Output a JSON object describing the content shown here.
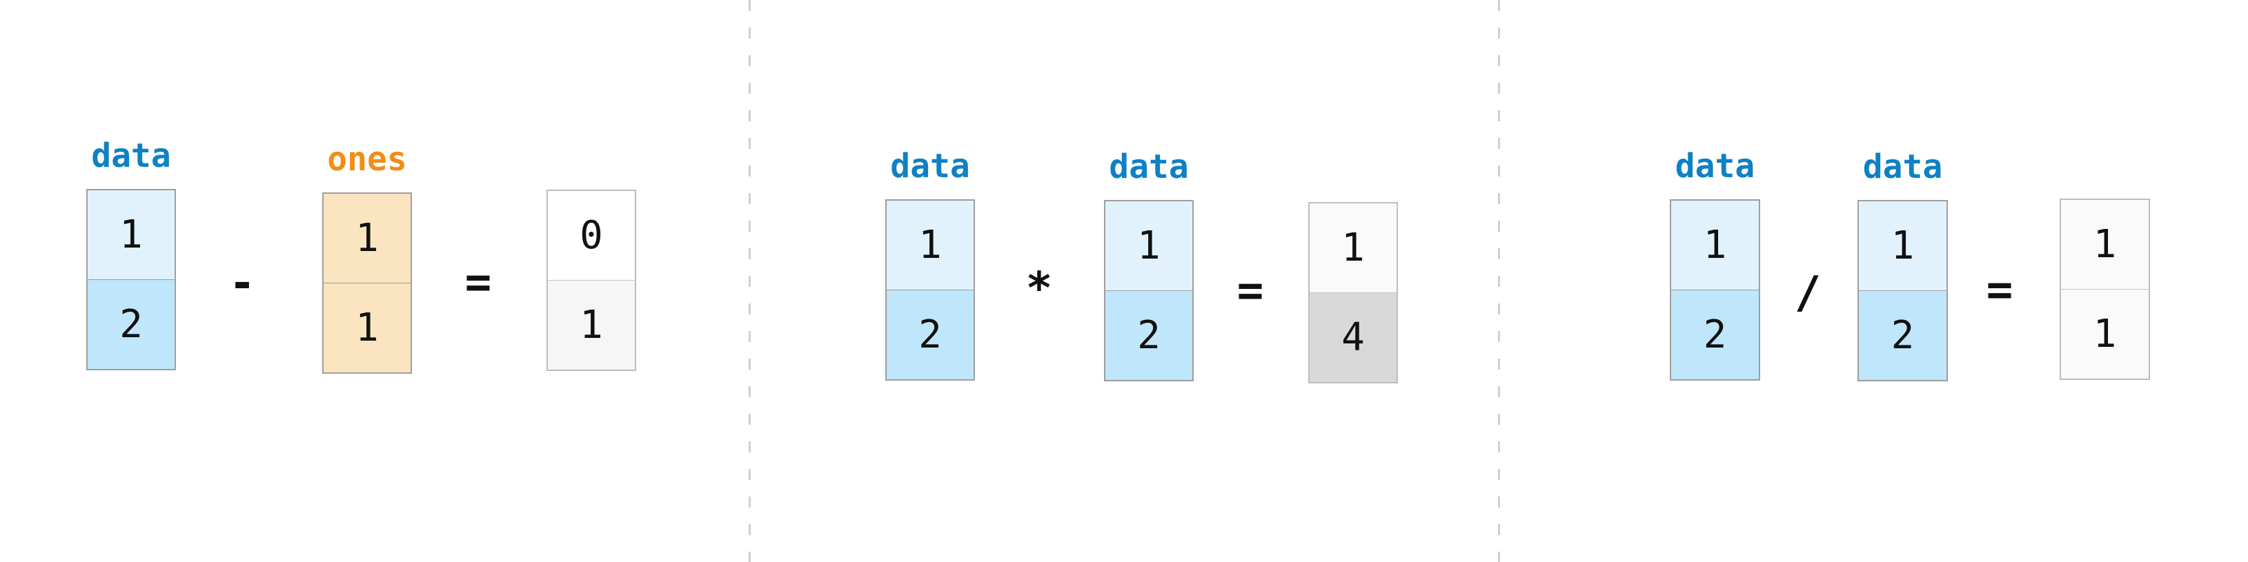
{
  "figure_type": "numpy-elementwise-arithmetic-diagram",
  "colors": {
    "background": "#ffffff",
    "separator_dash": "#cfcfcf",
    "label_blue": "#0f81c2",
    "label_orange": "#f28d15",
    "cell_blue_light": "#e1f2fc",
    "cell_blue": "#bfe6fa",
    "cell_peach": "#fbe5c0",
    "cell_white": "#ffffff",
    "cell_offwhite": "#fafafa",
    "cell_lightgray": "#f6f6f6",
    "cell_gray": "#d9d9d9",
    "array_border": "#9e9e9e",
    "result_border": "#bdbdbd",
    "number_color": "#111111"
  },
  "panels": [
    {
      "id": "subtract",
      "operator": "-",
      "equals": "=",
      "operands": [
        {
          "label": "data",
          "cells": [
            "1",
            "2"
          ]
        },
        {
          "label": "ones",
          "cells": [
            "1",
            "1"
          ]
        }
      ],
      "result": {
        "cells": [
          "0",
          "1"
        ]
      }
    },
    {
      "id": "multiply",
      "operator": "*",
      "equals": "=",
      "operands": [
        {
          "label": "data",
          "cells": [
            "1",
            "2"
          ]
        },
        {
          "label": "data",
          "cells": [
            "1",
            "2"
          ]
        }
      ],
      "result": {
        "cells": [
          "1",
          "4"
        ]
      }
    },
    {
      "id": "divide",
      "operator": "/",
      "equals": "=",
      "operands": [
        {
          "label": "data",
          "cells": [
            "1",
            "2"
          ]
        },
        {
          "label": "data",
          "cells": [
            "1",
            "2"
          ]
        }
      ],
      "result": {
        "cells": [
          "1",
          "1"
        ]
      }
    }
  ]
}
